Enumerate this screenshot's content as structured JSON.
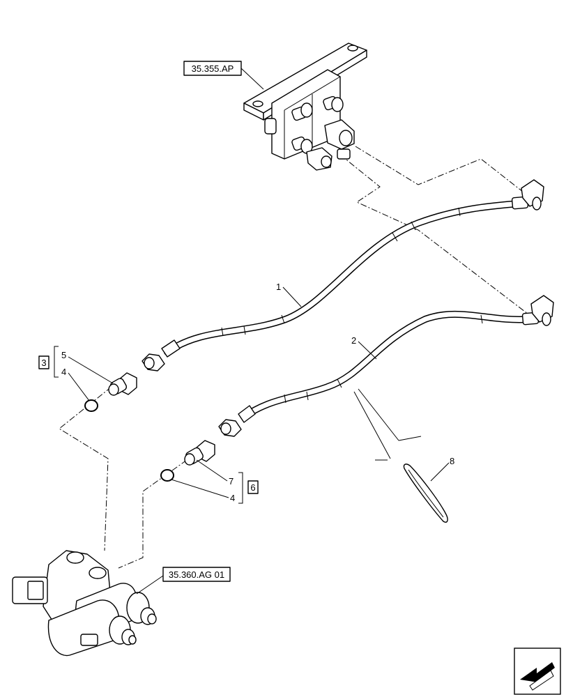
{
  "references": {
    "top_block": "35.355.AP",
    "bottom_valve": "35.360.AG 01"
  },
  "callouts": {
    "hose_1": "1",
    "hose_2": "2",
    "oring_top": "4",
    "fitting_top": "5",
    "kit_top": "3",
    "fitting_bottom": "7",
    "oring_bottom": "4",
    "kit_bottom": "6",
    "tie": "8"
  },
  "icons": {
    "nav_arrow": "arrow-direction-icon"
  }
}
